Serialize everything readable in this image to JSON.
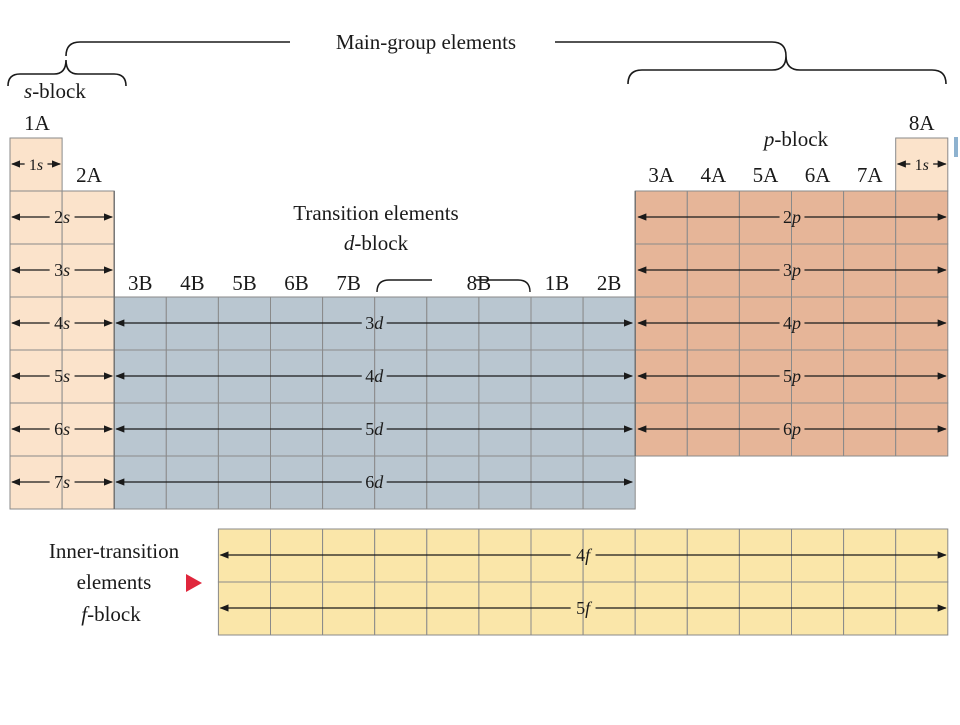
{
  "title_main": "Main-group elements",
  "s_block": {
    "label_prefix": "s",
    "label_suffix": "-block",
    "group_1": "1A",
    "group_2": "2A",
    "subshells": [
      "1s",
      "2s",
      "3s",
      "4s",
      "5s",
      "6s",
      "7s"
    ]
  },
  "d_block": {
    "title_line1": "Transition elements",
    "title_line2_prefix": "d",
    "title_line2_suffix": "-block",
    "groups": [
      "3B",
      "4B",
      "5B",
      "6B",
      "7B",
      "8B",
      "1B",
      "2B"
    ],
    "subshells": [
      "3d",
      "4d",
      "5d",
      "6d"
    ]
  },
  "p_block": {
    "label_prefix": "p",
    "label_suffix": "-block",
    "groups": [
      "3A",
      "4A",
      "5A",
      "6A",
      "7A",
      "8A"
    ],
    "he_subshell": "1s",
    "subshells": [
      "2p",
      "3p",
      "4p",
      "5p",
      "6p"
    ]
  },
  "f_block": {
    "label_line1": "Inner-transition",
    "label_line2": "elements",
    "label_line3_prefix": "f",
    "label_line3_suffix": "-block",
    "subshells": [
      "4f",
      "5f"
    ]
  },
  "colors": {
    "s_block": "#fbe3cb",
    "d_block": "#b9c6d0",
    "p_block": "#e6b598",
    "f_block": "#fae6a9",
    "grid": "#8a8a8a",
    "marker": "#e0263c",
    "edge_mark": "#8eb2cf"
  }
}
